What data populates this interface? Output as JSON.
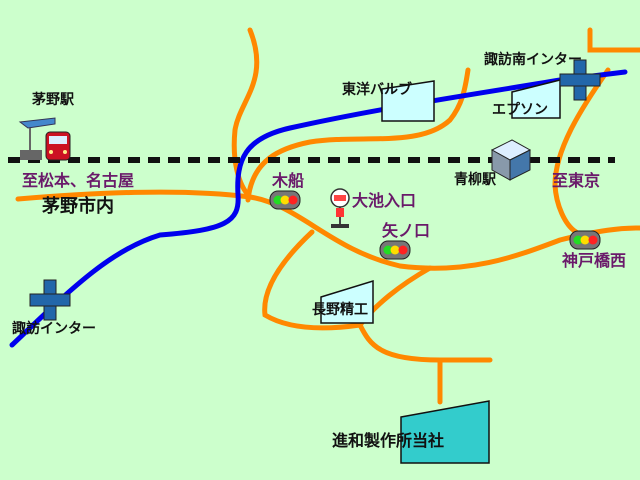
{
  "labels": {
    "chino_station": "茅野駅",
    "to_matsumoto_nagoya": "至松本、名古屋",
    "chino_city": "茅野市内",
    "suwa_ic": "諏訪インター",
    "kifune": "木船",
    "oike_iriguchi": "大池入口",
    "yanokuchi": "矢ノ口",
    "toyo_valve": "東洋バルブ",
    "suwa_minami_ic": "諏訪南インター",
    "epson": "エプソン",
    "aoyagi_station": "青柳駅",
    "to_tokyo": "至東京",
    "kobe_bashi_west": "神戸橋西",
    "nagano_seiko": "長野精工",
    "head_office": "進和製作所当社"
  },
  "colors": {
    "background": "#ccffcc",
    "expressway": "#0000ee",
    "road": "#ff8800",
    "railway": "#111111",
    "building": "#ccffff",
    "head_office": "#33cccc",
    "ic_marker": "#2266aa",
    "place_text": "#6a1a6a"
  },
  "icons": [
    "train-icon",
    "traffic-light-icon",
    "bus-stop-icon",
    "interchange-icon",
    "building-icon"
  ]
}
